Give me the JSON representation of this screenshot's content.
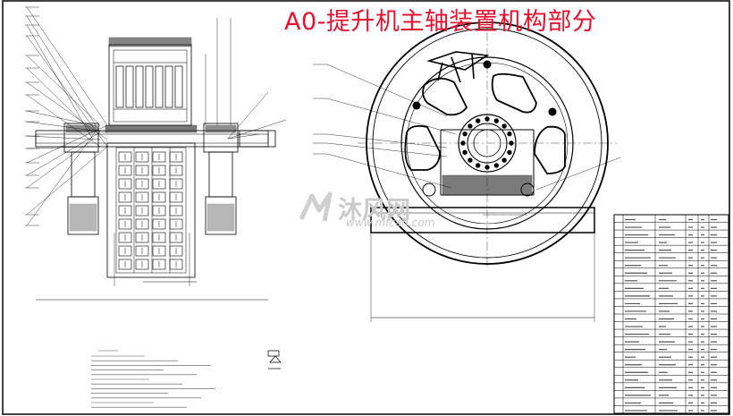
{
  "title": "A0-提升机主轴装置机构部分",
  "watermark": {
    "text": "沐风网",
    "url": "www.mfcad.com"
  },
  "colors": {
    "title": "#e8112d",
    "lines": "#000000",
    "watermark": "#c9c9c9"
  }
}
